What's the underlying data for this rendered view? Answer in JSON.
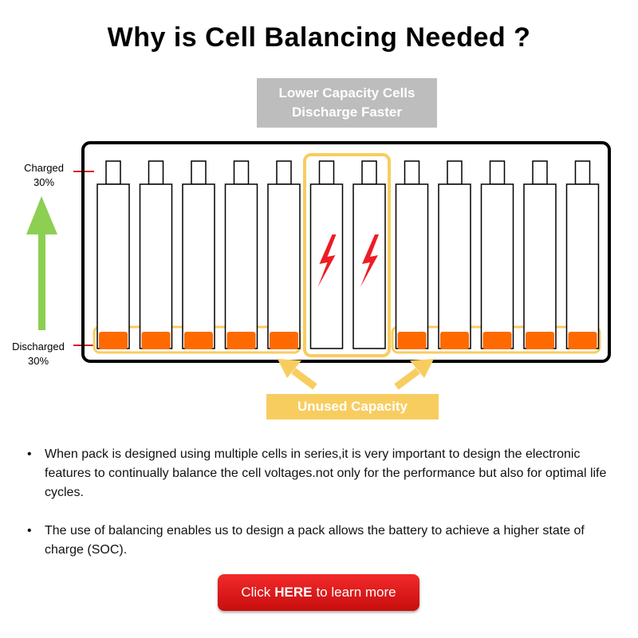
{
  "title": "Why is Cell Balancing Needed ?",
  "top_banner": {
    "line1": "Lower Capacity Cells",
    "line2": "Discharge Faster"
  },
  "charged_label": {
    "line1": "Charged",
    "line2": "30%"
  },
  "discharged_label": {
    "line1": "Discharged",
    "line2": "30%"
  },
  "bottom_banner": "Unused Capacity",
  "cells": {
    "count": 12,
    "low_capacity_indices": [
      5,
      6
    ]
  },
  "bullets": [
    "When pack is designed using multiple cells in series,it is very important to design the electronic features to continually balance the cell voltages.not only for the performance but also for optimal life cycles.",
    "The use of balancing enables us to design a pack allows the battery to achieve a higher state of charge (SOC)."
  ],
  "cta": {
    "pre": "Click",
    "bold": "HERE",
    "post": "to learn more"
  },
  "colors": {
    "unused_orange": "#ff6a00",
    "highlight_yellow": "#f8cd60",
    "arrow_green": "#8ccf52",
    "bolt_red": "#ee1c24",
    "gray_banner": "#bdbdbd",
    "marker_red": "#d91c1c",
    "cta_red": "#e01818"
  },
  "icons": {
    "bolt": "lightning-bolt-icon",
    "up_arrow": "up-arrow-icon",
    "pointer_arrow": "pointer-arrow-icon"
  }
}
